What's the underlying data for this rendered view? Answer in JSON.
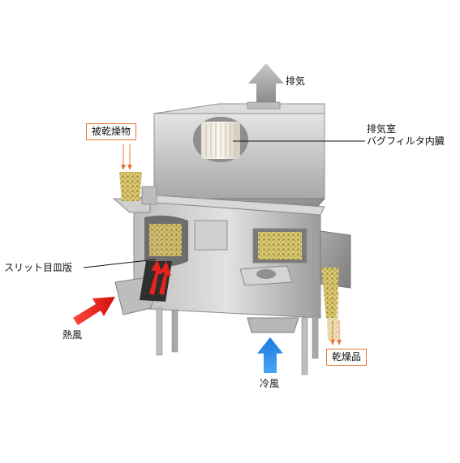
{
  "labels": {
    "exhaust": "排気",
    "exhaust_chamber_line1": "排気室",
    "exhaust_chamber_line2": "バグフィルタ内臓",
    "material_in": "被乾燥物",
    "slit_plate": "スリット目皿版",
    "hot_air": "熱風",
    "cold_air": "冷風",
    "dried_product": "乾燥品"
  },
  "colors": {
    "hot_air": "#e8231e",
    "cold_air": "#1e8be8",
    "exhaust_arrow": "#9a9a9a",
    "label_border": "#e8753a",
    "steel": "#c9c9c9",
    "product": "#c8b34a"
  }
}
